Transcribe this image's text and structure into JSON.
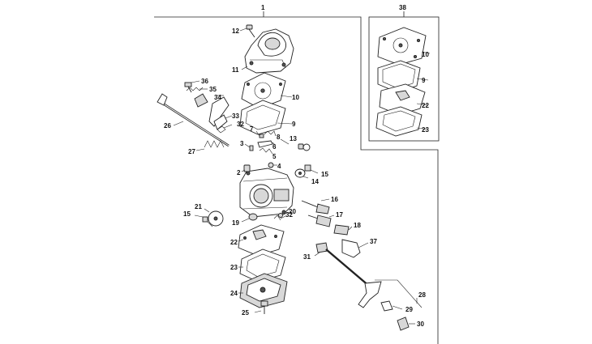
{
  "callouts": {
    "c1": "1",
    "c38": "38",
    "c10a": "10",
    "c9a": "9",
    "c22a": "22",
    "c23a": "23",
    "c12": "12",
    "c11": "11",
    "c10": "10",
    "c9": "9",
    "c36": "36",
    "c35": "35",
    "c34": "34",
    "c33": "33",
    "c32a": "32",
    "c26": "26",
    "c27": "27",
    "c7": "7",
    "c8": "8",
    "c6": "6",
    "c3": "3",
    "c5": "5",
    "c13": "13",
    "c4": "4",
    "c2": "2",
    "c15a": "15",
    "c14": "14",
    "c16": "16",
    "c17": "17",
    "c18": "18",
    "c37": "37",
    "c21": "21",
    "c15b": "15",
    "c19": "19",
    "c20": "20",
    "c32b": "32",
    "c22": "22",
    "c23": "23",
    "c24": "24",
    "c25": "25",
    "c31": "31",
    "c28": "28",
    "c29": "29",
    "c30": "30"
  }
}
